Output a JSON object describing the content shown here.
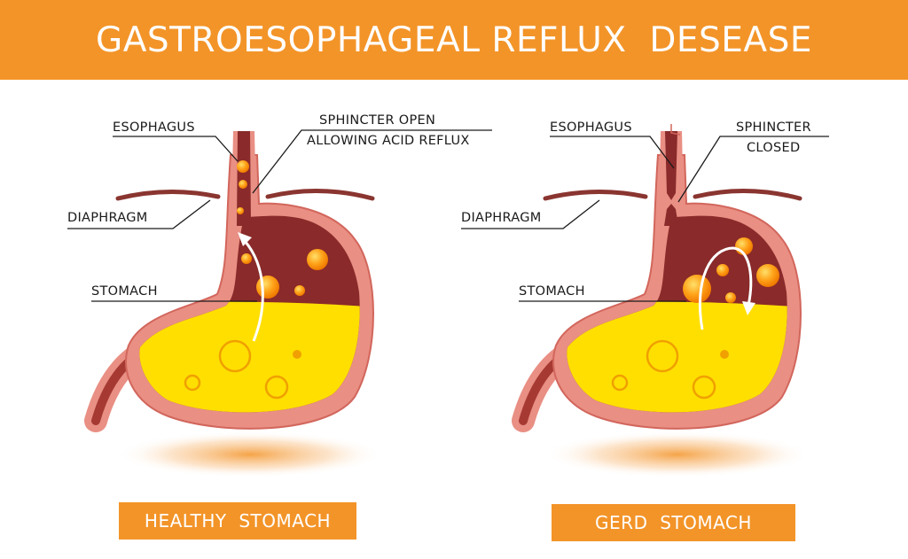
{
  "title": "GASTROESOPHAGEAL REFLUX  DESEASE",
  "panels": [
    {
      "caption": "HEALTHY  STOMACH",
      "labels": {
        "esophagus": "ESOPHAGUS",
        "sphincter_line1": "SPHINCTER  OPEN",
        "sphincter_line2": "ALLOWING ACID REFLUX",
        "diaphragm": "DIAPHRAGM",
        "stomach": "STOMACH"
      }
    },
    {
      "caption": "GERD  STOMACH",
      "labels": {
        "esophagus": "ESOPHAGUS",
        "sphincter_line1": "SPHINCTER",
        "sphincter_line2": "CLOSED",
        "diaphragm": "DIAPHRAGM",
        "stomach": "STOMACH"
      }
    }
  ],
  "colors": {
    "banner": "#f39428",
    "stomach_wall": "#e98f84",
    "stomach_cavity": "#8a2a2a",
    "acid": "#ffdf00",
    "bubble": "#ffa31a",
    "diaphragm": "#8a3530"
  }
}
